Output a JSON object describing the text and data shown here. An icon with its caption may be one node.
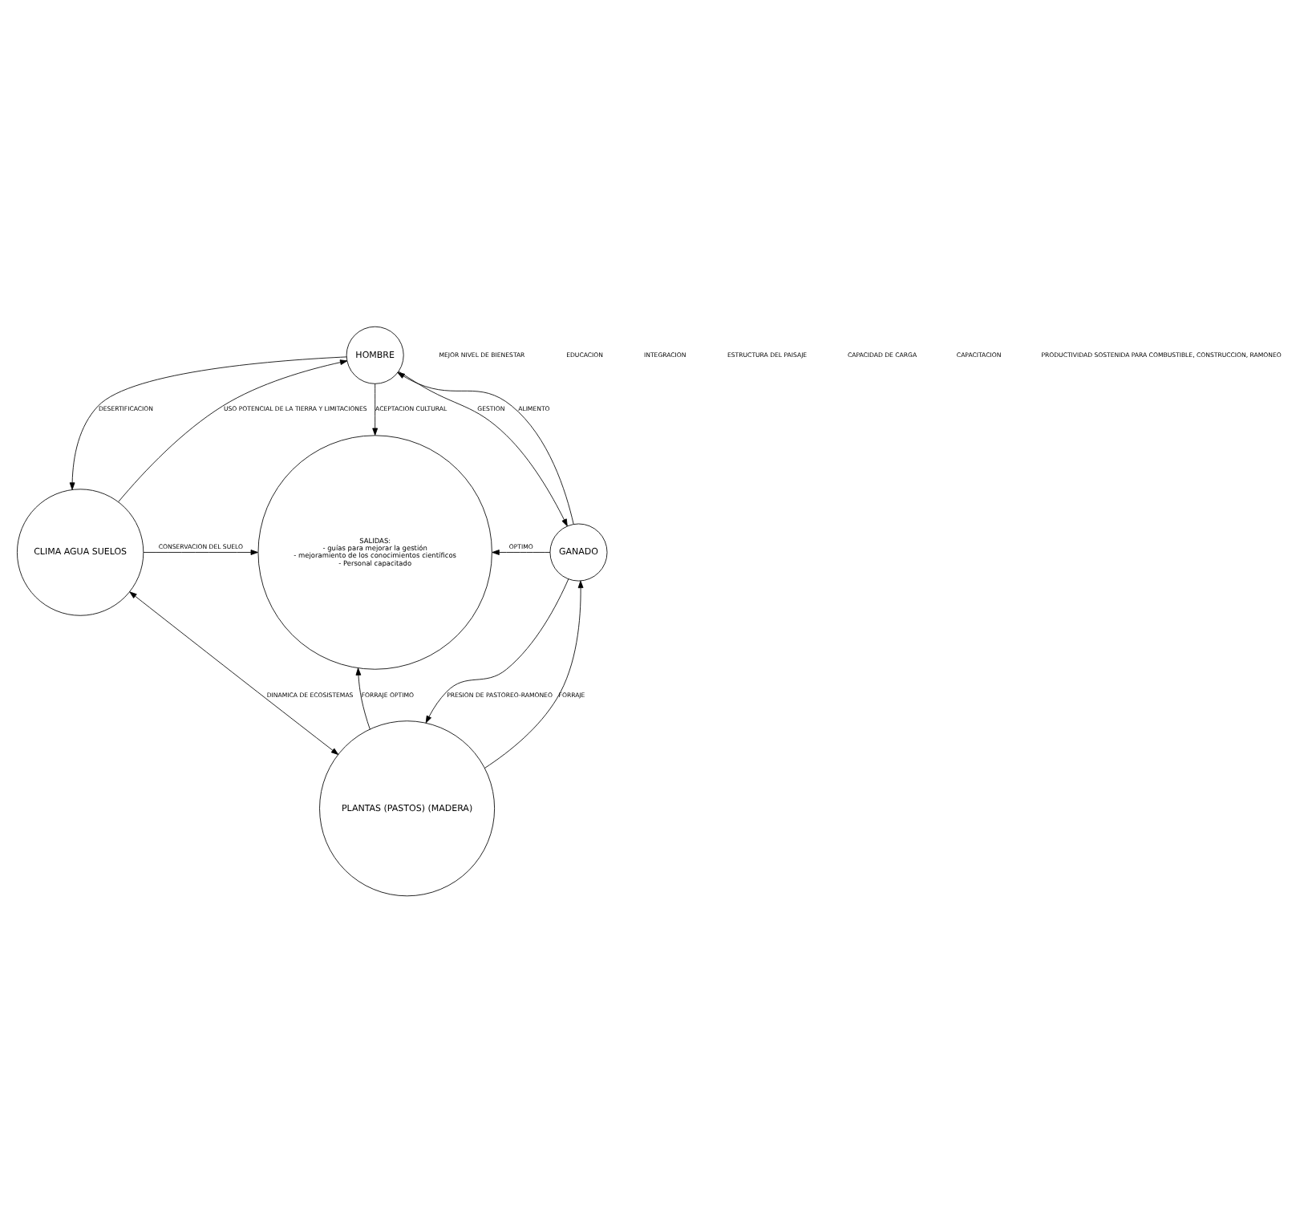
{
  "diagram": {
    "nodes": [
      {
        "text": [
          "HOMBRE"
        ]
      },
      {
        "text": [
          "CLIMA AGUA SUELOS"
        ]
      },
      {
        "text": [
          "SALIDAS:",
          "- guías para mejorar la gestión",
          "- mejoramiento de los conocimientos científicos",
          "- Personal capacitado"
        ]
      },
      {
        "text": [
          "GANADO"
        ]
      },
      {
        "text": [
          "PLANTAS (PASTOS) (MADERA)"
        ]
      }
    ],
    "edges": [
      {
        "from": 0,
        "to": 1,
        "arrow": "to",
        "label": "DESERTIFICACION"
      },
      {
        "from": 1,
        "to": 0,
        "arrow": "to",
        "label": "USO POTENCIAL DE LA TIERRA Y LIMITACIONES"
      },
      {
        "from": 0,
        "to": 3,
        "arrow": "to",
        "label": "GESTION"
      },
      {
        "from": 3,
        "to": 0,
        "arrow": "to",
        "label": "ALIMENTO"
      },
      {
        "from": 3,
        "to": 4,
        "arrow": "to",
        "label": "PRESION DE PASTOREO-RAMONEO"
      },
      {
        "from": 4,
        "to": 3,
        "arrow": "to",
        "label": "FORRAJE"
      },
      {
        "from": 1,
        "to": 4,
        "arrow": "both",
        "label": "DINAMICA DE ECOSISTEMAS"
      },
      {
        "from": 0,
        "to": 2,
        "arrow": "to",
        "label": "ACEPTACION CULTURAL"
      },
      {
        "from": 1,
        "to": 2,
        "arrow": "to",
        "label": "CONSERVACION DEL SUELO"
      },
      {
        "from": 3,
        "to": 2,
        "arrow": "to",
        "label": "OPTIMO"
      },
      {
        "from": 4,
        "to": 2,
        "arrow": "to",
        "label": "FORRAJE OPTIMO"
      }
    ],
    "labels": [
      "MEJOR NIVEL DE BIENESTAR",
      "EDUCACION",
      "INTEGRACION",
      "ESTRUCTURA DEL PAISAJE",
      "CAPACIDAD DE CARGA",
      "CAPACITACION",
      "PRODUCTIVIDAD SOSTENIDA PARA COMBUSTIBLE, CONSTRUCCION, RAMONEO"
    ]
  }
}
